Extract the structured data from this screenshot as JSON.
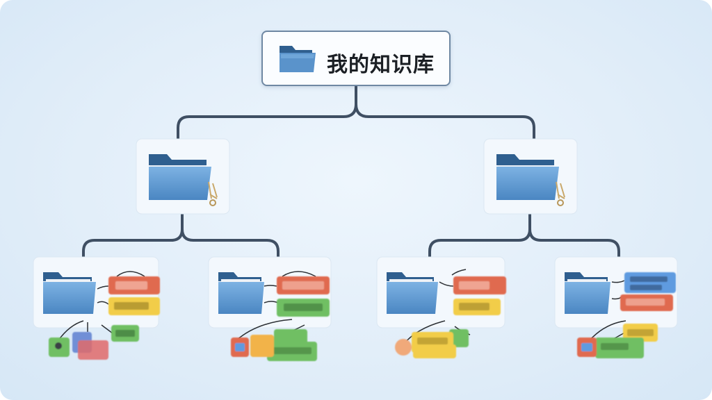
{
  "root": {
    "title": "我的知识库",
    "icon": "folder-icon"
  },
  "level1": [
    {
      "id": "left-folder",
      "icon": "folder-with-keys-icon"
    },
    {
      "id": "right-folder",
      "icon": "folder-with-keys-icon"
    }
  ],
  "level2": [
    {
      "id": "folder-a",
      "icon": "folder-icon",
      "tags": [
        "",
        "",
        "",
        "",
        ""
      ]
    },
    {
      "id": "folder-b",
      "icon": "folder-icon",
      "tags": [
        "",
        "",
        "",
        "",
        ""
      ]
    },
    {
      "id": "folder-c",
      "icon": "folder-icon",
      "tags": [
        "",
        "",
        "",
        ""
      ]
    },
    {
      "id": "folder-d",
      "icon": "folder-icon",
      "tags": [
        "",
        "",
        "",
        "",
        ""
      ]
    }
  ],
  "colors": {
    "line": "#3f4f63",
    "folder_front": "#5a93cb",
    "folder_back": "#2f5f8f",
    "tag_red": "#e06a4f",
    "tag_yellow": "#f2cd4a",
    "tag_green": "#6fbf63",
    "tag_blue": "#5f9be0"
  }
}
